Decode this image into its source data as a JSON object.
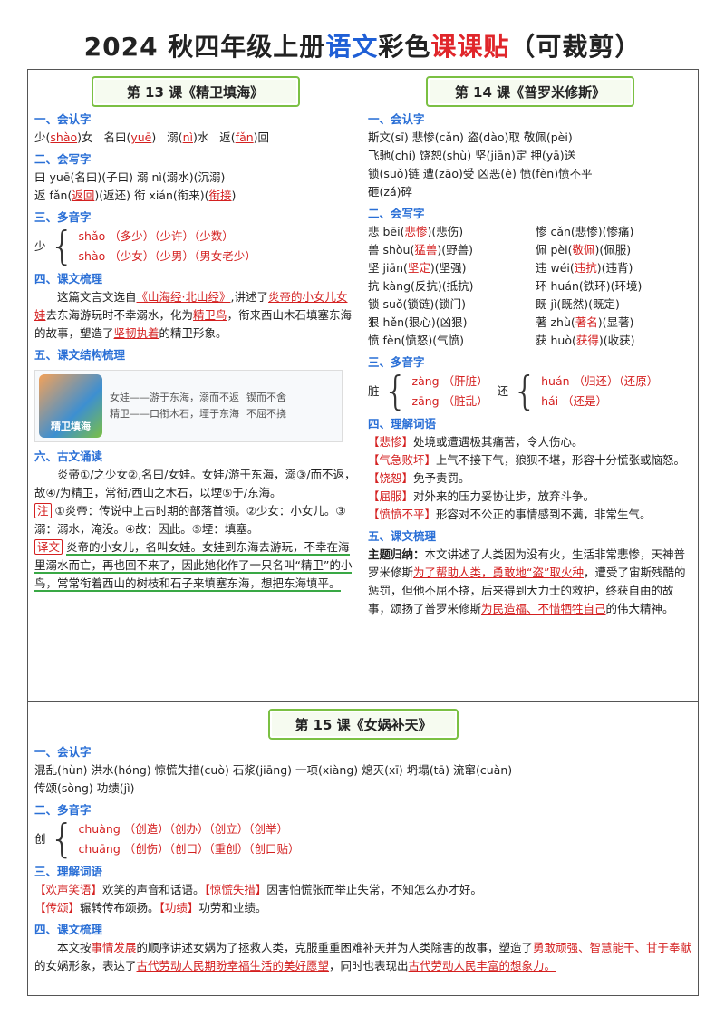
{
  "title": {
    "p1": "2024 秋四年级上册",
    "p2": "语文",
    "p3": "彩色",
    "p4": "课课贴",
    "p5": "（可裁剪）"
  },
  "l13": {
    "badge": "第 13 课《精卫填海》",
    "s1": "一、会认字",
    "s1_row": [
      "少(",
      "shào",
      ")女",
      "名曰(",
      "yuē",
      ")",
      "溺(",
      "nì",
      ")水",
      "返(",
      "fǎn",
      ")回"
    ],
    "s2": "二、会写字",
    "s2_r1": "曰 yuē(名曰)(子曰)     溺 nì(溺水)(沉溺)",
    "s2_r2a": "返 fǎn(",
    "s2_r2b": "返回",
    "s2_r2c": ")(返还)     衔 xián(衔来)(",
    "s2_r2d": "衔接",
    "s2_r2e": ")",
    "s3": "三、多音字",
    "s3_char": "少",
    "s3_l1": "shǎo （多少）（少许）（少数）",
    "s3_l2": "shào （少女）（少男）（男女老少）",
    "s4": "四、课文梳理",
    "s4_a": "这篇文言文选自",
    "s4_b": "《山海经·北山经》",
    "s4_c": ",讲述了",
    "s4_d": "炎帝的小女儿女娃",
    "s4_e": "去东海游玩时不幸溺水，化为",
    "s4_f": "精卫鸟",
    "s4_g": "，衔来西山木石填塞东海的故事，塑造了",
    "s4_h": "坚韧执着",
    "s4_i": "的精卫形象。",
    "s5": "五、课文结构梳理",
    "s5_img": "精卫填海",
    "s5_line1": "女娃——游于东海，溺而不返",
    "s5_line2": "精卫——口衔木石，堙于东海",
    "s5_end1": "锲而不舍",
    "s5_end2": "不屈不挠",
    "s6": "六、古文诵读",
    "s6_text": "炎帝①/之少女②,名曰/女娃。女娃/游于东海，溺③/而不返，故④/为精卫，常衔/西山之木石，以堙⑤于/东海。",
    "s6_note_tag": "注",
    "s6_note": "①炎帝：传说中上古时期的部落首领。②少女：小女儿。③溺：溺水，淹没。④故：因此。⑤堙：填塞。",
    "s6_trans_tag": "译文",
    "s6_trans": "炎帝的小女儿，名叫女娃。女娃到东海去游玩，不幸在海里溺水而亡，再也回不来了，因此她化作了一只名叫“精卫”的小鸟，常常衔着西山的树枝和石子来填塞东海，想把东海填平。"
  },
  "l14": {
    "badge": "第 14 课《普罗米修斯》",
    "s1": "一、会认字",
    "s1_r1": "斯文(sī)  悲惨(cǎn)  盗(dào)取  敬佩(pèi)",
    "s1_r2": "飞驰(chí)  饶恕(shù)  坚(jiān)定  押(yā)送",
    "s1_r3": "锁(suǒ)链  遭(zāo)受  凶恶(è)  愤(fèn)愤不平",
    "s1_r4": "砸(zá)碎",
    "s2": "二、会写字",
    "s2_rows": [
      [
        "悲 bēi(",
        "悲惨",
        ")(悲伤)",
        "惨 cǎn(悲惨)(惨痛)"
      ],
      [
        "兽 shòu(",
        "猛兽",
        ")(野兽)",
        "佩 pèi(",
        "敬佩",
        ")(佩服)"
      ],
      [
        "坚 jiān(",
        "坚定",
        ")(坚强)",
        "违 wéi(",
        "违抗",
        ")(违背)"
      ],
      [
        "抗 kàng(反抗)(抵抗)",
        "",
        "",
        "环 huán(铁环)(环境)"
      ],
      [
        "锁 suǒ(锁链)(锁门)",
        "",
        "",
        "既 jì(既然)(既定)"
      ],
      [
        "狠 hěn(狠心)(凶狠)",
        "",
        "",
        "著 zhù(",
        "著名",
        ")(显著)"
      ],
      [
        "愤 fèn(愤怒)(气愤)",
        "",
        "",
        "获 huò(",
        "获得",
        ")(收获)"
      ]
    ],
    "s3": "三、多音字",
    "s3_c1": "脏",
    "s3_c1_l1": "zàng （肝脏）",
    "s3_c1_l2": "zāng （脏乱）",
    "s3_c2": "还",
    "s3_c2_l1": "huán （归还）（还原）",
    "s3_c2_l2": "hái （还是）",
    "s4": "四、理解词语",
    "s4_items": [
      [
        "悲惨",
        "处境或遭遇极其痛苦，令人伤心。"
      ],
      [
        "气急败坏",
        "上气不接下气，狼狈不堪，形容十分慌张或恼怒。"
      ],
      [
        "饶恕",
        "免予责罚。"
      ],
      [
        "屈服",
        "对外来的压力妥协让步，放弃斗争。"
      ],
      [
        "愤愤不平",
        "形容对不公正的事情感到不满，非常生气。"
      ]
    ],
    "s5": "五、课文梳理",
    "s5_label": "主题归纳：",
    "s5_a": "本文讲述了人类因为没有火，生活非常悲惨，天神普罗米修斯",
    "s5_b": "为了帮助人类，勇敢地“盗”取火种",
    "s5_c": "，遭受了宙斯残酷的惩罚，但他不屈不挠，后来得到大力士的救护，终获自由的故事，颂扬了普罗米修斯",
    "s5_d": "为民造福、不惜牺牲自己",
    "s5_e": "的伟大精神。"
  },
  "l15": {
    "badge": "第 15 课《女娲补天》",
    "s1": "一、会认字",
    "s1_r1": "混乱(hùn)  洪水(hóng)  惊慌失措(cuò)  石浆(jiāng)   一项(xiàng)  熄灭(xī)  坍塌(tā)  流窜(cuàn)",
    "s1_r2": "传颂(sòng)  功绩(jì)",
    "s2": "二、多音字",
    "s2_char": "创",
    "s2_l1": "chuàng （创造）（创办）（创立）（创举）",
    "s2_l2": "chuāng （创伤）（创口）（重创）（创口贴）",
    "s3": "三、理解词语",
    "s3_r1_t1": "欢声笑语",
    "s3_r1_d1": "欢笑的声音和话语。",
    "s3_r1_t2": "惊慌失措",
    "s3_r1_d2": "因害怕慌张而举止失常，不知怎么办才好。",
    "s3_r2_t1": "传颂",
    "s3_r2_d1": "辗转传布颂扬。",
    "s3_r2_t2": "功绩",
    "s3_r2_d2": "功劳和业绩。",
    "s4": "四、课文梳理",
    "s4_a": "本文按",
    "s4_b": "事情发展",
    "s4_c": "的顺序讲述女娲为了拯救人类，克服重重困难补天并为人类除害的故事，塑造了",
    "s4_d": "勇敢顽强、智慧能干、甘于奉献",
    "s4_e": "的女娲形象，表达了",
    "s4_f": "古代劳动人民期盼幸福生活的美好愿望",
    "s4_g": "，同时也表现出",
    "s4_h": "古代劳动人民丰富的想象力。"
  },
  "colors": {
    "blue": "#1f5fd6",
    "red": "#e0262b",
    "section": "#2a6fd6",
    "badge_border": "#7bc043"
  }
}
